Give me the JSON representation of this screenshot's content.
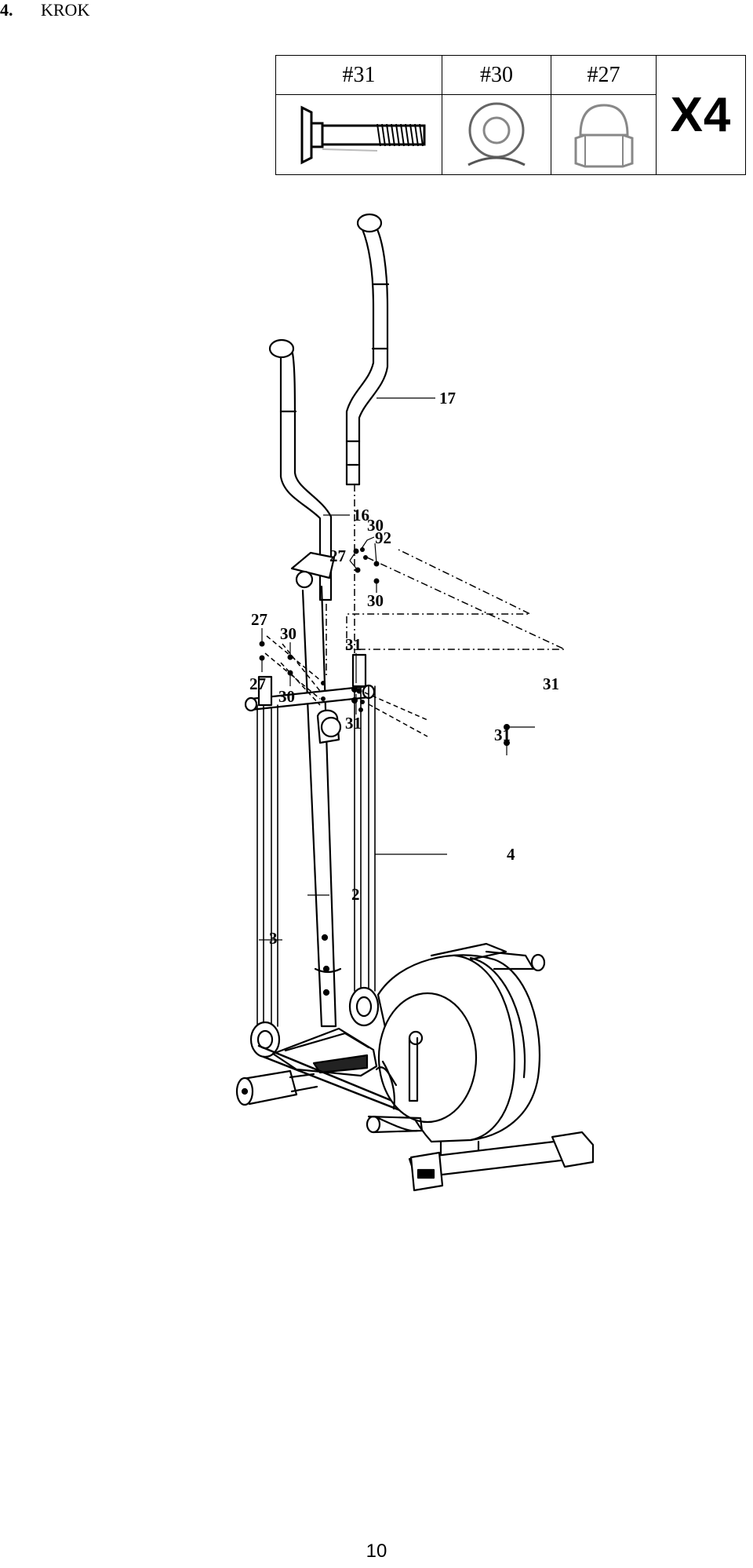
{
  "step": {
    "number": "4.",
    "title": "KROK"
  },
  "parts_table": {
    "parts": [
      {
        "id": "#31",
        "icon": "carriage-bolt-icon"
      },
      {
        "id": "#30",
        "icon": "washer-icon"
      },
      {
        "id": "#27",
        "icon": "cap-nut-icon"
      }
    ],
    "quantity": "X4"
  },
  "diagram": {
    "labels": {
      "l17": "17",
      "l16": "16",
      "l92": "92",
      "l30a": "30",
      "l27a": "27",
      "l30b": "30",
      "l27b": "27",
      "l30c": "30",
      "l31a": "31",
      "l27c": "27",
      "l30d": "30",
      "l31b": "31",
      "l31c": "31",
      "l31d": "31",
      "l4": "4",
      "l2": "2",
      "l3": "3"
    }
  },
  "page": {
    "number": "10"
  }
}
